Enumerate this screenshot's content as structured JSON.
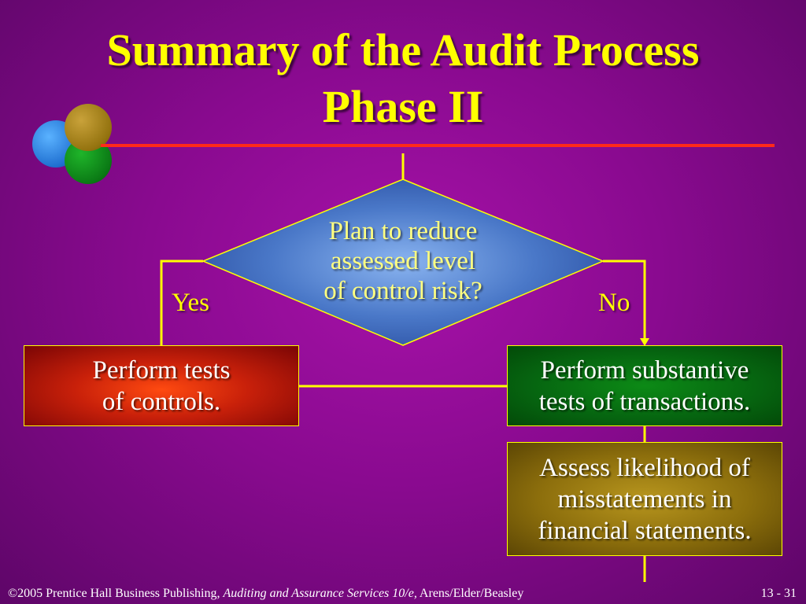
{
  "slide": {
    "title_line1": "Summary of the Audit Process",
    "title_line2": "Phase II"
  },
  "flowchart": {
    "decision": {
      "line1": "Plan to reduce",
      "line2": "assessed level",
      "line3": "of control risk?"
    },
    "yes_label": "Yes",
    "no_label": "No",
    "controls_box": {
      "line1": "Perform tests",
      "line2": "of controls."
    },
    "substantive_box": {
      "line1": "Perform substantive",
      "line2": "tests of transactions."
    },
    "assess_box": {
      "line1": "Assess likelihood of",
      "line2": "misstatements in",
      "line3": "financial statements."
    }
  },
  "footer": {
    "copyright": "©2005 Prentice Hall Business Publishing, ",
    "book_title": "Auditing and Assurance Services 10/e,",
    "authors": " Arens/Elder/Beasley",
    "page": "13 - 31"
  },
  "colors": {
    "background": "#8a0a90",
    "title": "#ffff00",
    "rule": "#ff2a1a",
    "connector": "#ffff00",
    "controls_box": "#c8200a",
    "substantive_box": "#066410",
    "assess_box": "#8c6e0c",
    "decision": "#4a78c8"
  },
  "icons": [
    "blue-ball",
    "green-ball",
    "gold-ball"
  ]
}
